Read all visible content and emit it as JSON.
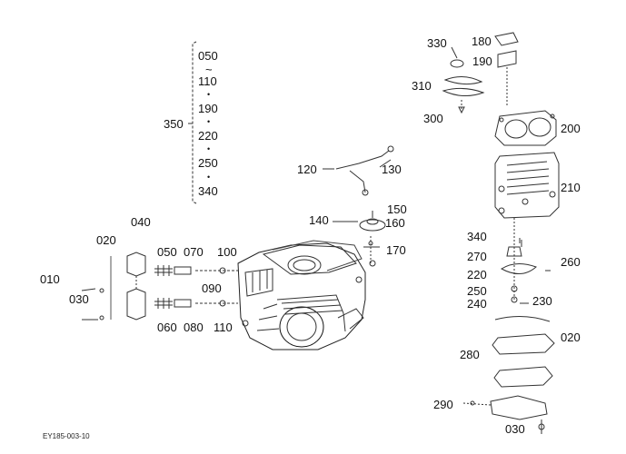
{
  "figure_code": "EY185-003-10",
  "callouts": {
    "c050": "050",
    "c110": "110",
    "c190": "190",
    "c220": "220",
    "c250": "250",
    "c340": "340",
    "c350": "350",
    "c330": "330",
    "c180": "180",
    "c190b": "190",
    "c310": "310",
    "c300": "300",
    "c200": "200",
    "c120": "120",
    "c130": "130",
    "c210": "210",
    "c150": "150",
    "c140": "140",
    "c160": "160",
    "c170": "170",
    "c040": "040",
    "c020": "020",
    "c050b": "050",
    "c070": "070",
    "c100": "100",
    "c010": "010",
    "c090": "090",
    "c030": "030",
    "c060": "060",
    "c080": "080",
    "c110b": "110",
    "c340b": "340",
    "c270": "270",
    "c260": "260",
    "c220b": "220",
    "c250b": "250",
    "c240": "240",
    "c230": "230",
    "c020b": "020",
    "c280": "280",
    "c290": "290",
    "c030b": "030"
  }
}
